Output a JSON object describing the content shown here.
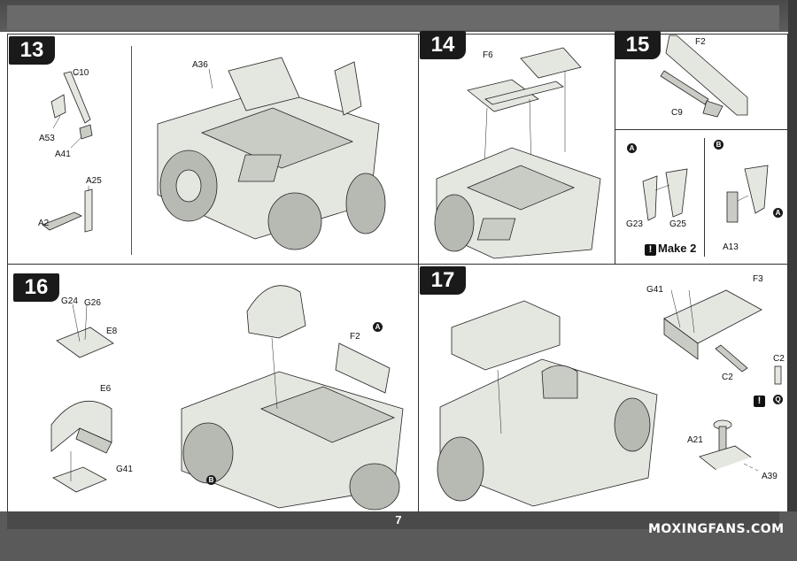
{
  "page_number": "7",
  "watermark": "MOXINGFANS.COM",
  "steps": [
    {
      "id": "step-13",
      "number": "13",
      "labels": [
        "C10",
        "A53",
        "A41",
        "A25",
        "A2",
        "A36"
      ]
    },
    {
      "id": "step-14",
      "number": "14",
      "labels": [
        "F6"
      ]
    },
    {
      "id": "step-15",
      "number": "15",
      "labels": [
        "F2",
        "C9",
        "G23",
        "G25",
        "A13"
      ],
      "sub_markers": [
        "A",
        "B",
        "A"
      ],
      "note": "Make 2"
    },
    {
      "id": "step-16",
      "number": "16",
      "labels": [
        "G24",
        "G26",
        "E8",
        "E6",
        "G41",
        "F2"
      ],
      "sub_markers": [
        "A",
        "B"
      ]
    },
    {
      "id": "step-17",
      "number": "17",
      "labels": [
        "G41",
        "F3",
        "C2",
        "C2",
        "A21",
        "A39"
      ],
      "sub_markers": [
        "Q"
      ]
    }
  ],
  "colors": {
    "step_badge": "#1a1a1a",
    "band": "#5a5a5a",
    "part_fill": "#e4e6e0"
  }
}
